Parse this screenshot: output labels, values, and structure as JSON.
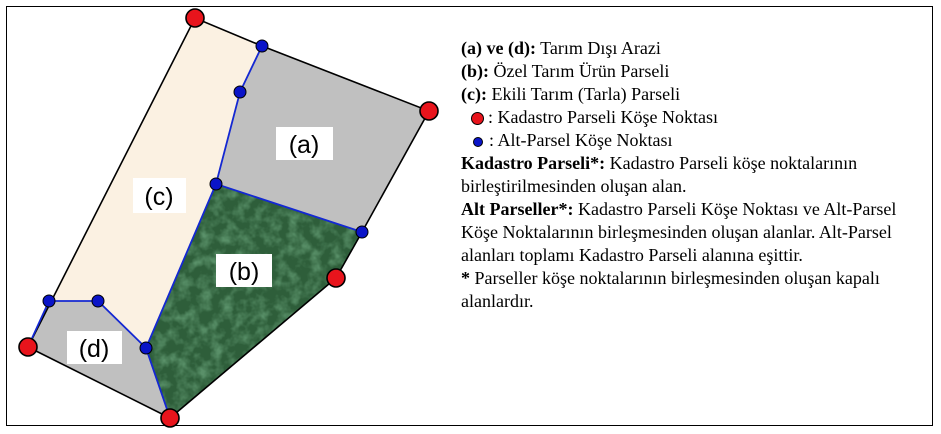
{
  "parcels": {
    "a": "(a)",
    "b": "(b)",
    "c": "(c)",
    "d": "(d)"
  },
  "legend": {
    "ad_key": "(a) ve (d):",
    "ad_text": " Tarım Dışı Arazi",
    "b_key": "(b):",
    "b_text": " Özel Tarım Ürün Parseli",
    "c_key": "(c):",
    "c_text": " Ekili Tarım (Tarla) Parseli",
    "red_dot_text": ": Kadastro Parseli Köşe Noktası",
    "blue_dot_text": ": Alt-Parsel Köşe Noktası",
    "kadastro_key": "Kadastro Parseli*:",
    "kadastro_text": " Kadastro Parseli köşe noktalarının birleştirilmesinden oluşan alan.",
    "alt_key": "Alt Parseller*:",
    "alt_text": " Kadastro Parseli Köşe Noktası ve Alt-Parsel Köşe Noktalarının birleşmesinden oluşan alanlar. Alt-Parsel alanları toplamı Kadastro Parseli alanına eşittir.",
    "note_star": "*",
    "note_text": " Parseller köşe noktalarının birleşmesinden oluşan kapalı alanlardır."
  },
  "colors": {
    "non_agri": "#c0c0c0",
    "field": "#fbf1e2",
    "special_crop": "#2e5e3a",
    "cadastre_point": "#e8141c",
    "subparcel_point": "#0a14c8",
    "subparcel_line": "#1428d2"
  }
}
